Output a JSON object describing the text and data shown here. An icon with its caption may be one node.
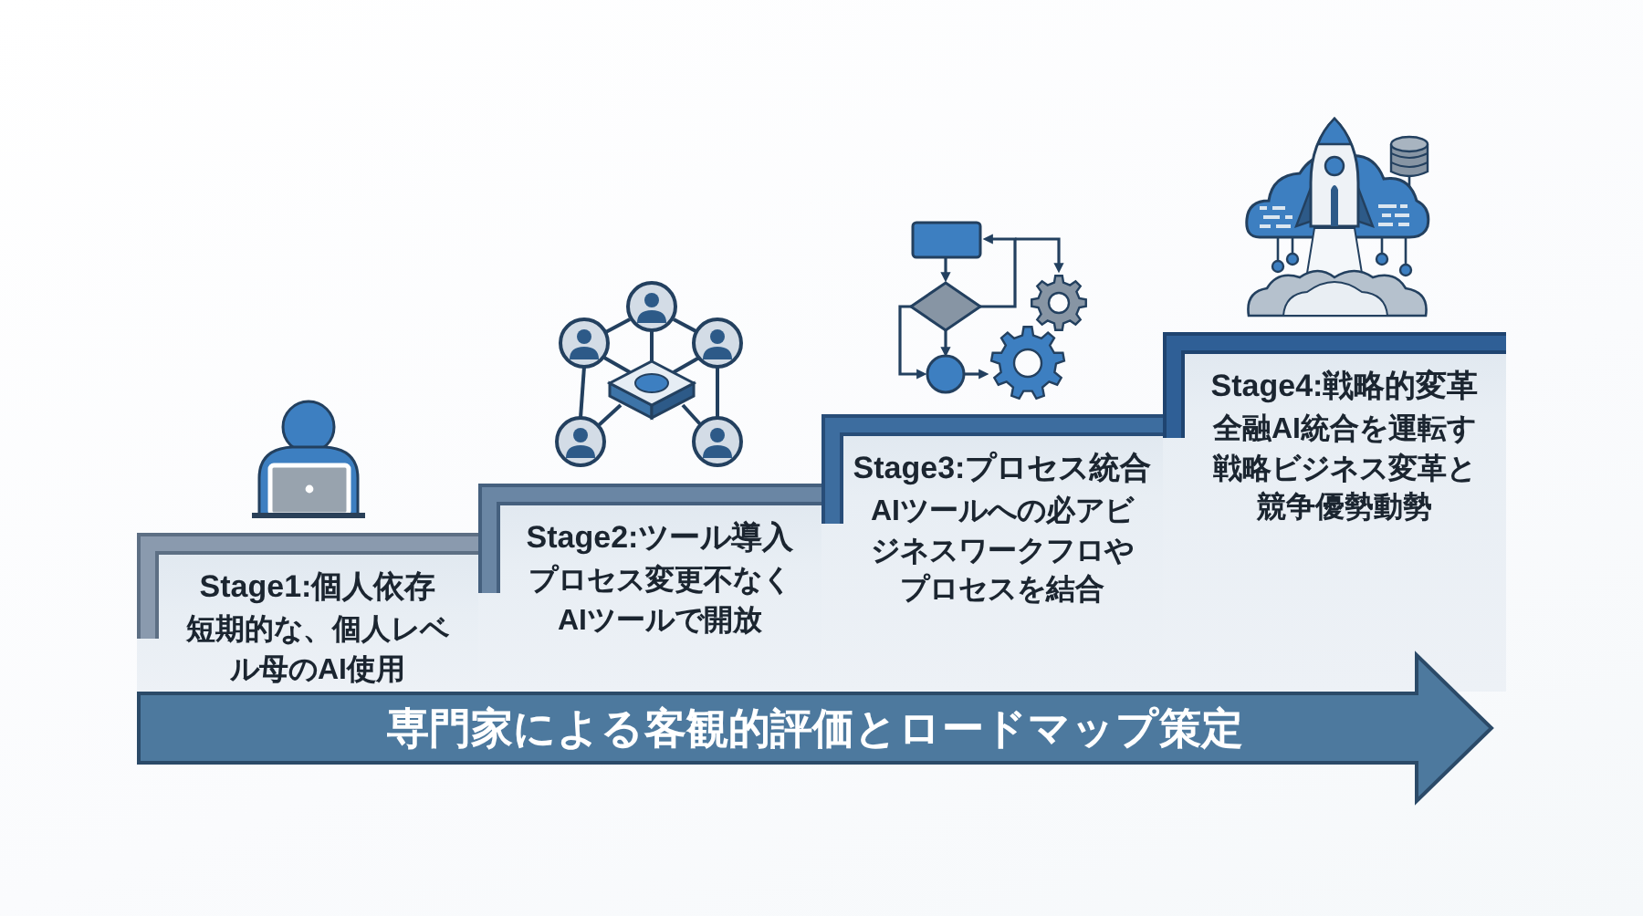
{
  "diagram": {
    "nodes": [
      {
        "text": [
          "Stage1:個人依存",
          "短期的な、個人レベル母のAI使用"
        ]
      },
      {
        "text": [
          "Stage2:ツール導入",
          "プロセス変更不なくAIツールで開放"
        ]
      },
      {
        "text": [
          "Stage3:プロセス統合",
          "AIツールへの必アビジネスワークフロやプロセスを結合"
        ]
      },
      {
        "text": [
          "Stage4:戦略的変革",
          "全融AI統合を運転す戦略ビジネス変革と競争優勢動勢"
        ]
      },
      {
        "text": [
          "専門家による客観的評価とロードマップ策定"
        ]
      }
    ]
  }
}
